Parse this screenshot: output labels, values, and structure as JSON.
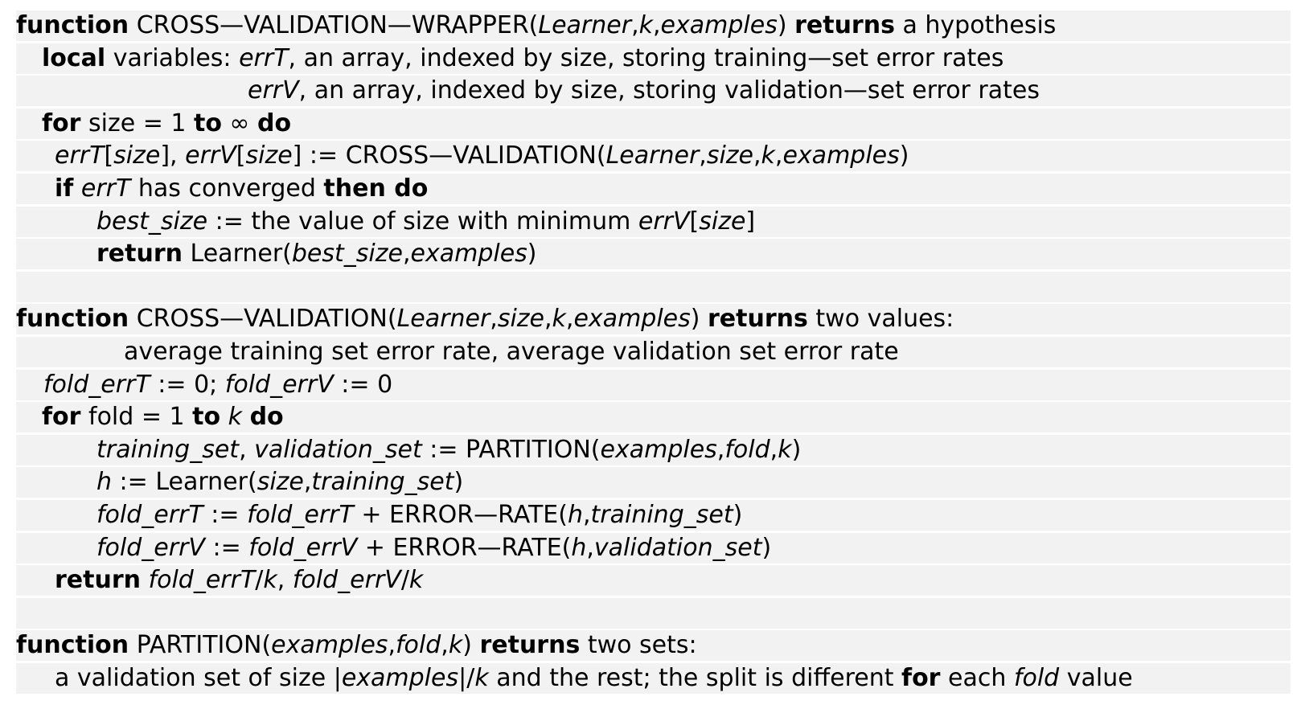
{
  "lines": [
    {
      "indent": 0,
      "segments": [
        {
          "t": "function",
          "s": "kw"
        },
        {
          "t": " CROSS—VALIDATION—WRAPPER(",
          "s": "rm"
        },
        {
          "t": "Learner",
          "s": "it"
        },
        {
          "t": ",",
          "s": "rm"
        },
        {
          "t": "k",
          "s": "it"
        },
        {
          "t": ",",
          "s": "rm"
        },
        {
          "t": "examples",
          "s": "it"
        },
        {
          "t": ") ",
          "s": "rm"
        },
        {
          "t": "returns",
          "s": "kw"
        },
        {
          "t": " a hypothesis",
          "s": "rm"
        }
      ]
    },
    {
      "indent": 32,
      "segments": [
        {
          "t": "local",
          "s": "kw"
        },
        {
          "t": " variables: ",
          "s": "rm"
        },
        {
          "t": "errT",
          "s": "it"
        },
        {
          "t": ", an array, indexed by size, storing training—set error rates",
          "s": "rm"
        }
      ]
    },
    {
      "indent": 288,
      "segments": [
        {
          "t": "errV",
          "s": "it"
        },
        {
          "t": ", an array, indexed by size, storing validation—set error rates",
          "s": "rm"
        }
      ]
    },
    {
      "indent": 32,
      "segments": [
        {
          "t": "for",
          "s": "kw"
        },
        {
          "t": " size = 1 ",
          "s": "rm"
        },
        {
          "t": "to",
          "s": "kw"
        },
        {
          "t": " ∞ ",
          "s": "rm"
        },
        {
          "t": "do",
          "s": "kw"
        }
      ]
    },
    {
      "indent": 48,
      "segments": [
        {
          "t": "errT",
          "s": "it"
        },
        {
          "t": "[",
          "s": "rm"
        },
        {
          "t": "size",
          "s": "it"
        },
        {
          "t": "], ",
          "s": "rm"
        },
        {
          "t": "errV",
          "s": "it"
        },
        {
          "t": "[",
          "s": "rm"
        },
        {
          "t": "size",
          "s": "it"
        },
        {
          "t": "] := CROSS—VALIDATION(",
          "s": "rm"
        },
        {
          "t": "Learner",
          "s": "it"
        },
        {
          "t": ",",
          "s": "rm"
        },
        {
          "t": "size",
          "s": "it"
        },
        {
          "t": ",",
          "s": "rm"
        },
        {
          "t": "k",
          "s": "it"
        },
        {
          "t": ",",
          "s": "rm"
        },
        {
          "t": "examples",
          "s": "it"
        },
        {
          "t": ")",
          "s": "rm"
        }
      ]
    },
    {
      "indent": 48,
      "segments": [
        {
          "t": "if",
          "s": "kw"
        },
        {
          "t": " ",
          "s": "rm"
        },
        {
          "t": "errT",
          "s": "it"
        },
        {
          "t": " has converged ",
          "s": "rm"
        },
        {
          "t": "then do",
          "s": "kw"
        }
      ]
    },
    {
      "indent": 100,
      "segments": [
        {
          "t": "best_size",
          "s": "it"
        },
        {
          "t": " := the value of size with minimum ",
          "s": "rm"
        },
        {
          "t": "errV",
          "s": "it"
        },
        {
          "t": "[",
          "s": "rm"
        },
        {
          "t": "size",
          "s": "it"
        },
        {
          "t": "]",
          "s": "rm"
        }
      ]
    },
    {
      "indent": 100,
      "segments": [
        {
          "t": "return",
          "s": "kw"
        },
        {
          "t": " Learner(",
          "s": "rm"
        },
        {
          "t": "best_size",
          "s": "it"
        },
        {
          "t": ",",
          "s": "rm"
        },
        {
          "t": "examples",
          "s": "it"
        },
        {
          "t": ")",
          "s": "rm"
        }
      ]
    },
    {
      "indent": 0,
      "segments": []
    },
    {
      "indent": 0,
      "segments": [
        {
          "t": "function",
          "s": "kw"
        },
        {
          "t": " CROSS—VALIDATION(",
          "s": "rm"
        },
        {
          "t": "Learner",
          "s": "it"
        },
        {
          "t": ",",
          "s": "rm"
        },
        {
          "t": "size",
          "s": "it"
        },
        {
          "t": ",",
          "s": "rm"
        },
        {
          "t": "k",
          "s": "it"
        },
        {
          "t": ",",
          "s": "rm"
        },
        {
          "t": "examples",
          "s": "it"
        },
        {
          "t": ") ",
          "s": "rm"
        },
        {
          "t": "returns",
          "s": "kw"
        },
        {
          "t": " two values:",
          "s": "rm"
        }
      ]
    },
    {
      "indent": 134,
      "segments": [
        {
          "t": "average training set error rate, average validation set error rate",
          "s": "rm"
        }
      ]
    },
    {
      "indent": 34,
      "segments": [
        {
          "t": "fold_errT",
          "s": "it"
        },
        {
          "t": " := 0; ",
          "s": "rm"
        },
        {
          "t": "fold_errV",
          "s": "it"
        },
        {
          "t": " := 0",
          "s": "rm"
        }
      ]
    },
    {
      "indent": 32,
      "segments": [
        {
          "t": "for",
          "s": "kw"
        },
        {
          "t": " fold = 1 ",
          "s": "rm"
        },
        {
          "t": "to",
          "s": "kw"
        },
        {
          "t": " ",
          "s": "rm"
        },
        {
          "t": "k",
          "s": "it"
        },
        {
          "t": " ",
          "s": "rm"
        },
        {
          "t": "do",
          "s": "kw"
        }
      ]
    },
    {
      "indent": 100,
      "segments": [
        {
          "t": "training_set",
          "s": "it"
        },
        {
          "t": ", ",
          "s": "rm"
        },
        {
          "t": "validation_set",
          "s": "it"
        },
        {
          "t": " := PARTITION(",
          "s": "rm"
        },
        {
          "t": "examples",
          "s": "it"
        },
        {
          "t": ",",
          "s": "rm"
        },
        {
          "t": "fold",
          "s": "it"
        },
        {
          "t": ",",
          "s": "rm"
        },
        {
          "t": "k",
          "s": "it"
        },
        {
          "t": ")",
          "s": "rm"
        }
      ]
    },
    {
      "indent": 100,
      "segments": [
        {
          "t": "h",
          "s": "it"
        },
        {
          "t": " := Learner(",
          "s": "rm"
        },
        {
          "t": "size",
          "s": "it"
        },
        {
          "t": ",",
          "s": "rm"
        },
        {
          "t": "training_set",
          "s": "it"
        },
        {
          "t": ")",
          "s": "rm"
        }
      ]
    },
    {
      "indent": 100,
      "segments": [
        {
          "t": "fold_errT",
          "s": "it"
        },
        {
          "t": " := ",
          "s": "rm"
        },
        {
          "t": "fold_errT",
          "s": "it"
        },
        {
          "t": " + ERROR—RATE(",
          "s": "rm"
        },
        {
          "t": "h",
          "s": "it"
        },
        {
          "t": ",",
          "s": "rm"
        },
        {
          "t": "training_set",
          "s": "it"
        },
        {
          "t": ")",
          "s": "rm"
        }
      ]
    },
    {
      "indent": 100,
      "segments": [
        {
          "t": "fold_errV",
          "s": "it"
        },
        {
          "t": " := ",
          "s": "rm"
        },
        {
          "t": "fold_errV",
          "s": "it"
        },
        {
          "t": " + ERROR—RATE(",
          "s": "rm"
        },
        {
          "t": "h",
          "s": "it"
        },
        {
          "t": ",",
          "s": "rm"
        },
        {
          "t": "validation_set",
          "s": "it"
        },
        {
          "t": ")",
          "s": "rm"
        }
      ]
    },
    {
      "indent": 48,
      "segments": [
        {
          "t": "return",
          "s": "kw"
        },
        {
          "t": " ",
          "s": "rm"
        },
        {
          "t": "fold_errT",
          "s": "it"
        },
        {
          "t": "/",
          "s": "rm"
        },
        {
          "t": "k",
          "s": "it"
        },
        {
          "t": ", ",
          "s": "rm"
        },
        {
          "t": "fold_errV",
          "s": "it"
        },
        {
          "t": "/",
          "s": "rm"
        },
        {
          "t": "k",
          "s": "it"
        }
      ]
    },
    {
      "indent": 0,
      "segments": []
    },
    {
      "indent": 0,
      "segments": [
        {
          "t": "function",
          "s": "kw"
        },
        {
          "t": " PARTITION(",
          "s": "rm"
        },
        {
          "t": "examples",
          "s": "it"
        },
        {
          "t": ",",
          "s": "rm"
        },
        {
          "t": "fold",
          "s": "it"
        },
        {
          "t": ",",
          "s": "rm"
        },
        {
          "t": "k",
          "s": "it"
        },
        {
          "t": ") ",
          "s": "rm"
        },
        {
          "t": "returns",
          "s": "kw"
        },
        {
          "t": " two sets:",
          "s": "rm"
        }
      ]
    },
    {
      "indent": 48,
      "segments": [
        {
          "t": "a validation set of size |",
          "s": "rm"
        },
        {
          "t": "examples",
          "s": "it"
        },
        {
          "t": "|/",
          "s": "rm"
        },
        {
          "t": "k",
          "s": "it"
        },
        {
          "t": " and the rest; the split is different ",
          "s": "rm"
        },
        {
          "t": "for",
          "s": "kw"
        },
        {
          "t": " each ",
          "s": "rm"
        },
        {
          "t": "fold",
          "s": "it"
        },
        {
          "t": " value",
          "s": "rm"
        }
      ]
    }
  ]
}
